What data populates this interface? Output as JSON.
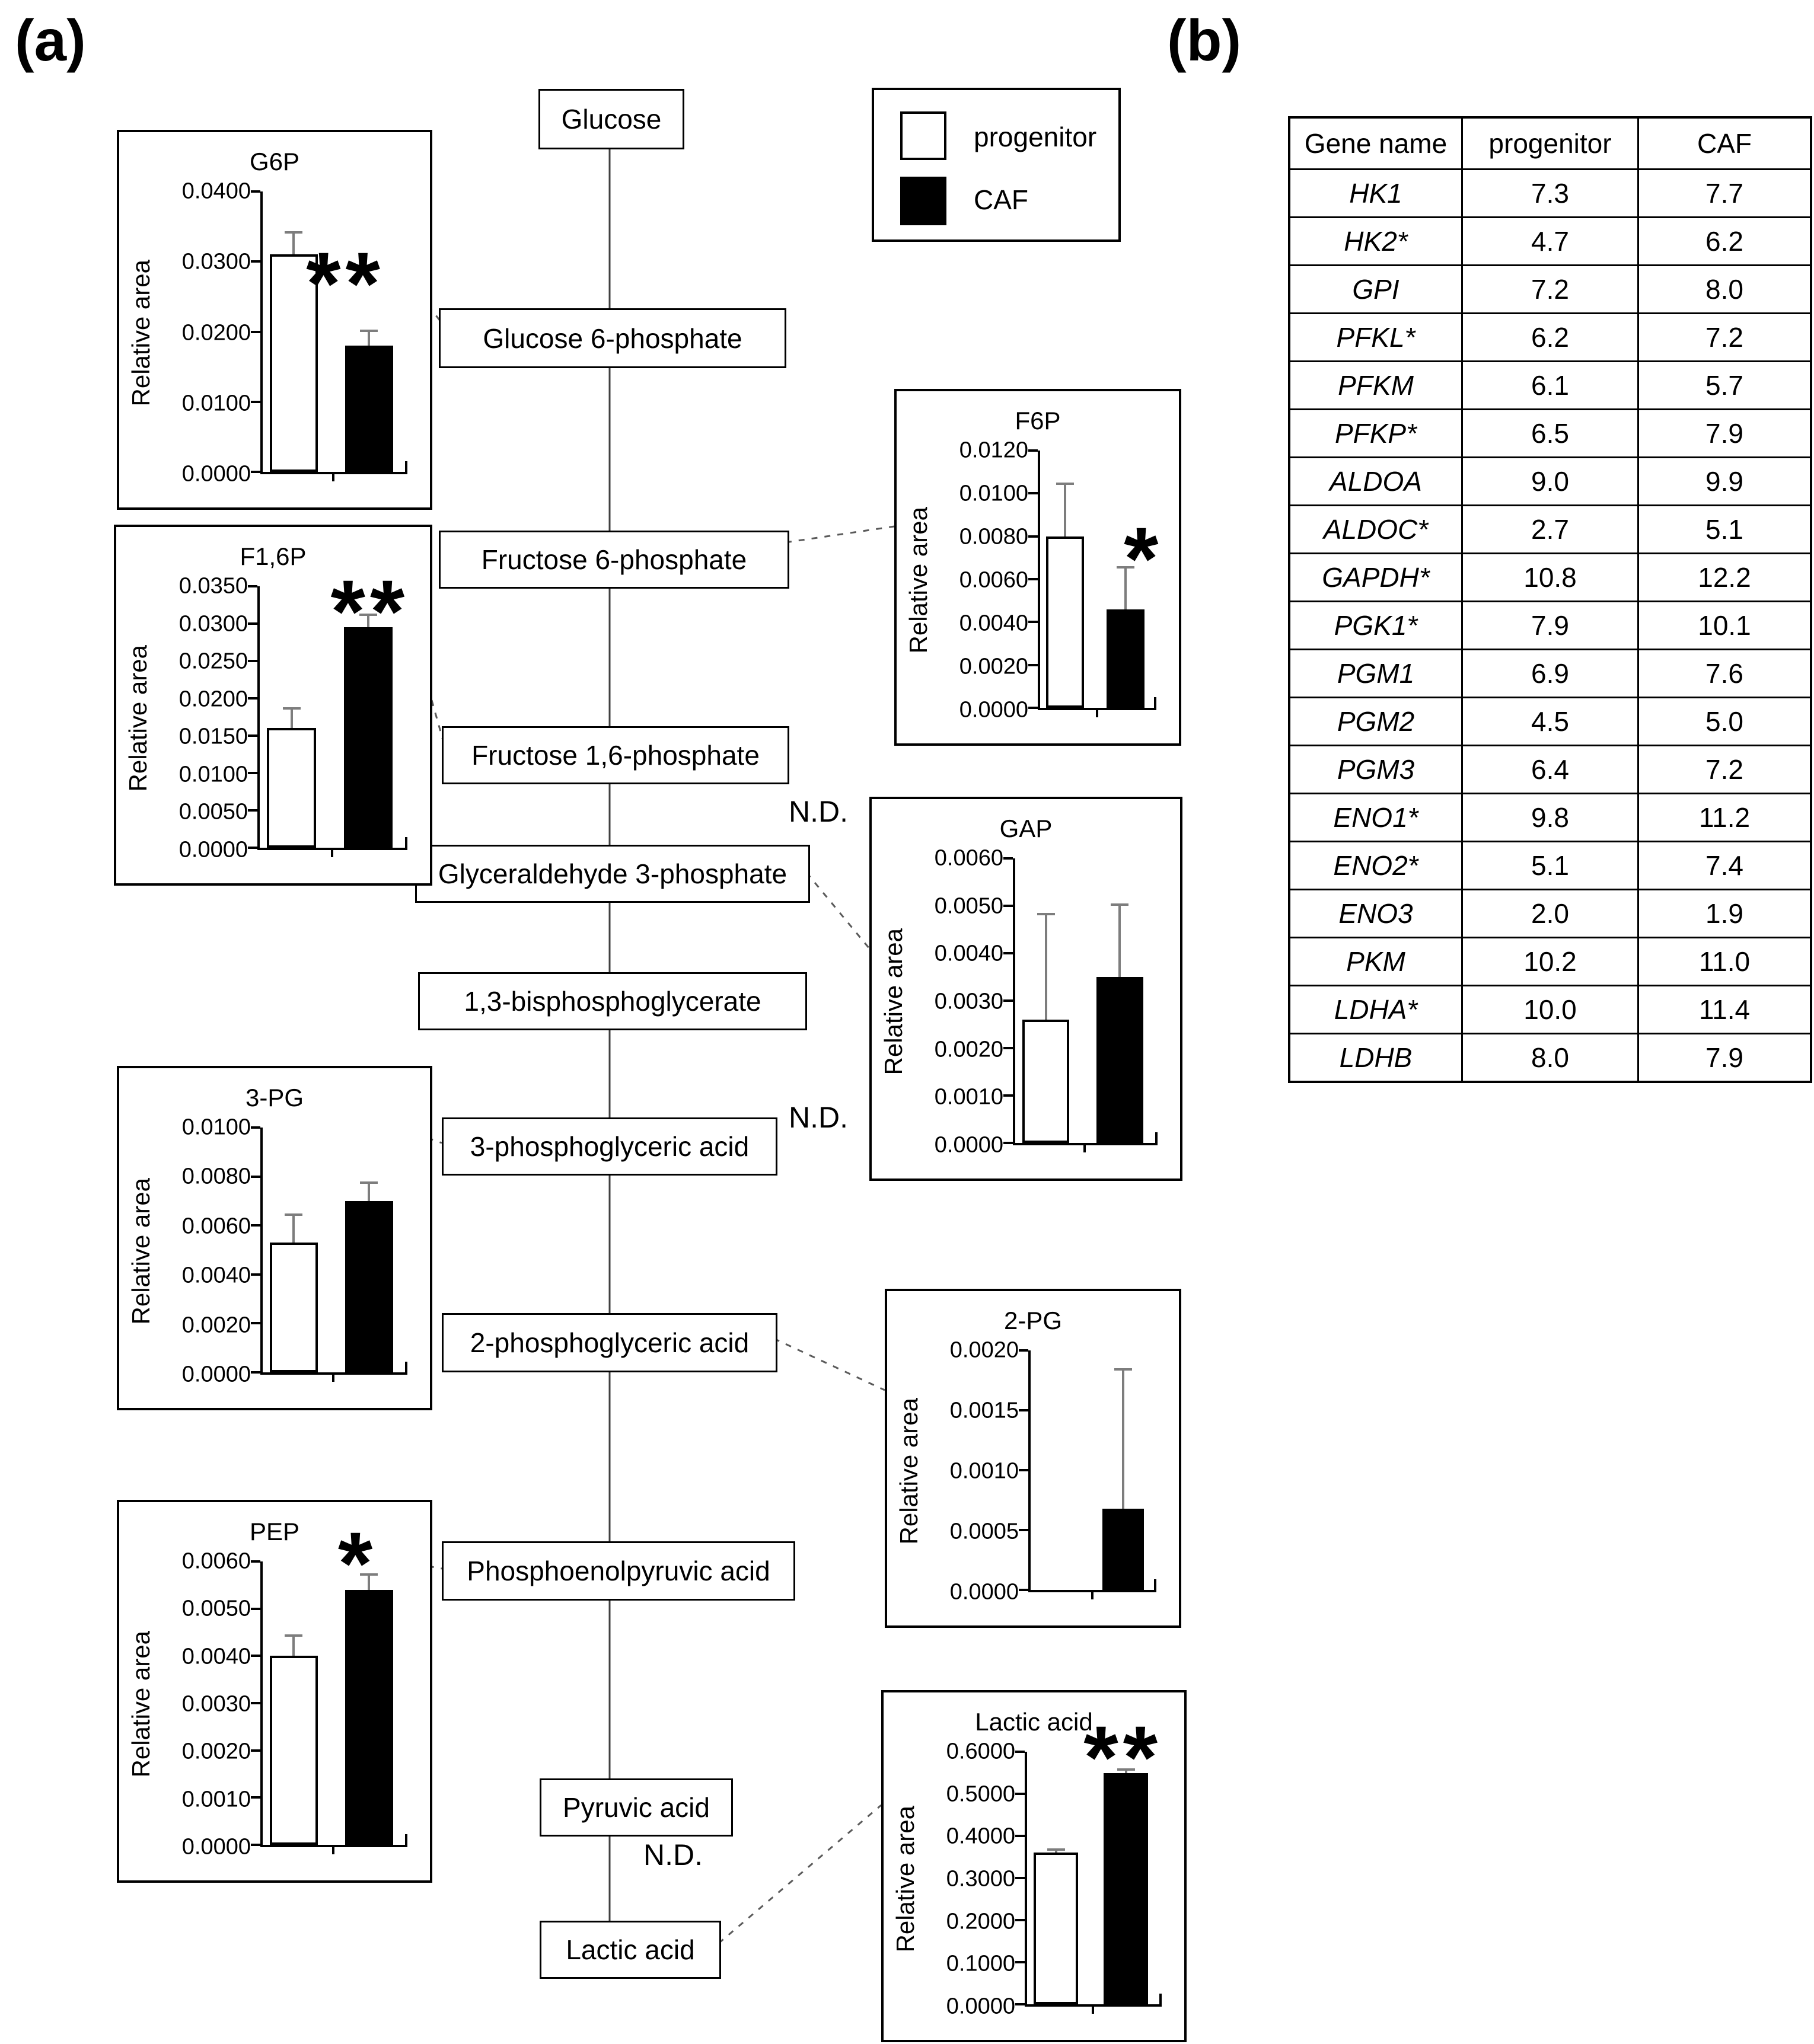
{
  "panel_a_label": "(a)",
  "panel_b_label": "(b)",
  "legend": {
    "items": [
      {
        "label": "progenitor",
        "swatch": "white"
      },
      {
        "label": "CAF",
        "swatch": "black"
      }
    ]
  },
  "colors": {
    "progenitor_fill": "#ffffff",
    "caf_fill": "#000000",
    "error_bar": "#7d7d7d",
    "pathway_line": "#404040"
  },
  "pathway": {
    "nodes": {
      "glucose": "Glucose",
      "g6p": "Glucose 6-phosphate",
      "f6p": "Fructose 6-phosphate",
      "f16p": "Fructose 1,6-phosphate",
      "gap": "Glyceraldehyde 3-phosphate",
      "bpg": "1,3-bisphosphoglycerate",
      "pg3": "3-phosphoglyceric acid",
      "pg2": "2-phosphoglyceric acid",
      "pep": "Phosphoenolpyruvic acid",
      "pyruvate": "Pyruvic acid",
      "lactate": "Lactic acid"
    },
    "nd_labels": [
      "N.D.",
      "N.D.",
      "N.D."
    ]
  },
  "chart_data": [
    {
      "id": "g6p",
      "type": "bar",
      "title": "G6P",
      "ylabel": "Relative area",
      "categories": [
        "progenitor",
        "CAF"
      ],
      "values": [
        0.031,
        0.018
      ],
      "errors": [
        0.003,
        0.002
      ],
      "ylim": [
        0,
        0.04
      ],
      "ytick_labels": [
        "0.0400",
        "0.0300",
        "0.0200",
        "0.0100",
        "0.0000"
      ],
      "significance": "**"
    },
    {
      "id": "f16p",
      "type": "bar",
      "title": "F1,6P",
      "ylabel": "Relative area",
      "categories": [
        "progenitor",
        "CAF"
      ],
      "values": [
        0.016,
        0.0295
      ],
      "errors": [
        0.0025,
        0.0015
      ],
      "ylim": [
        0,
        0.035
      ],
      "ytick_labels": [
        "0.0350",
        "0.0300",
        "0.0250",
        "0.0200",
        "0.0150",
        "0.0100",
        "0.0050",
        "0.0000"
      ],
      "significance": "**"
    },
    {
      "id": "f6p",
      "type": "bar",
      "title": "F6P",
      "ylabel": "Relative area",
      "categories": [
        "progenitor",
        "CAF"
      ],
      "values": [
        0.008,
        0.0046
      ],
      "errors": [
        0.0024,
        0.0019
      ],
      "ylim": [
        0,
        0.012
      ],
      "ytick_labels": [
        "0.0120",
        "0.0100",
        "0.0080",
        "0.0060",
        "0.0040",
        "0.0020",
        "0.0000"
      ],
      "significance": "*"
    },
    {
      "id": "gap",
      "type": "bar",
      "title": "GAP",
      "ylabel": "Relative area",
      "categories": [
        "progenitor",
        "CAF"
      ],
      "values": [
        0.0026,
        0.0035
      ],
      "errors": [
        0.0022,
        0.0015
      ],
      "ylim": [
        0,
        0.006
      ],
      "ytick_labels": [
        "0.0060",
        "0.0050",
        "0.0040",
        "0.0030",
        "0.0020",
        "0.0010",
        "0.0000"
      ],
      "significance": ""
    },
    {
      "id": "pg3",
      "type": "bar",
      "title": "3-PG",
      "ylabel": "Relative area",
      "categories": [
        "progenitor",
        "CAF"
      ],
      "values": [
        0.0053,
        0.007
      ],
      "errors": [
        0.0011,
        0.0007
      ],
      "ylim": [
        0,
        0.01
      ],
      "ytick_labels": [
        "0.0100",
        "0.0080",
        "0.0060",
        "0.0040",
        "0.0020",
        "0.0000"
      ],
      "significance": ""
    },
    {
      "id": "pg2",
      "type": "bar",
      "title": "2-PG",
      "ylabel": "Relative area",
      "categories": [
        "progenitor",
        "CAF"
      ],
      "values": [
        0,
        0.00068
      ],
      "errors": [
        0,
        0.00115
      ],
      "ylim": [
        0,
        0.002
      ],
      "ytick_labels": [
        "0.0020",
        "0.0015",
        "0.0010",
        "0.0005",
        "0.0000"
      ],
      "significance": ""
    },
    {
      "id": "pep",
      "type": "bar",
      "title": "PEP",
      "ylabel": "Relative area",
      "categories": [
        "progenitor",
        "CAF"
      ],
      "values": [
        0.004,
        0.0054
      ],
      "errors": [
        0.0004,
        0.0003
      ],
      "ylim": [
        0,
        0.006
      ],
      "ytick_labels": [
        "0.0060",
        "0.0050",
        "0.0040",
        "0.0030",
        "0.0020",
        "0.0010",
        "0.0000"
      ],
      "significance": "*"
    },
    {
      "id": "lactic",
      "type": "bar",
      "title": "Lactic acid",
      "ylabel": "Relative area",
      "categories": [
        "progenitor",
        "CAF"
      ],
      "values": [
        0.36,
        0.55
      ],
      "errors": [
        0.005,
        0.005
      ],
      "ylim": [
        0,
        0.6
      ],
      "ytick_labels": [
        "0.6000",
        "0.5000",
        "0.4000",
        "0.3000",
        "0.2000",
        "0.1000",
        "0.0000"
      ],
      "significance": "**"
    },
    {
      "id": "gene_expression_table",
      "type": "table",
      "title": "",
      "headers": [
        "Gene name",
        "progenitor",
        "CAF"
      ],
      "rows": [
        [
          "HK1",
          "7.3",
          "7.7"
        ],
        [
          "HK2*",
          "4.7",
          "6.2"
        ],
        [
          "GPI",
          "7.2",
          "8.0"
        ],
        [
          "PFKL*",
          "6.2",
          "7.2"
        ],
        [
          "PFKM",
          "6.1",
          "5.7"
        ],
        [
          "PFKP*",
          "6.5",
          "7.9"
        ],
        [
          "ALDOA",
          "9.0",
          "9.9"
        ],
        [
          "ALDOC*",
          "2.7",
          "5.1"
        ],
        [
          "GAPDH*",
          "10.8",
          "12.2"
        ],
        [
          "PGK1*",
          "7.9",
          "10.1"
        ],
        [
          "PGM1",
          "6.9",
          "7.6"
        ],
        [
          "PGM2",
          "4.5",
          "5.0"
        ],
        [
          "PGM3",
          "6.4",
          "7.2"
        ],
        [
          "ENO1*",
          "9.8",
          "11.2"
        ],
        [
          "ENO2*",
          "5.1",
          "7.4"
        ],
        [
          "ENO3",
          "2.0",
          "1.9"
        ],
        [
          "PKM",
          "10.2",
          "11.0"
        ],
        [
          "LDHA*",
          "10.0",
          "11.4"
        ],
        [
          "LDHB",
          "8.0",
          "7.9"
        ]
      ]
    }
  ],
  "gene_table": {
    "headers": [
      "Gene name",
      "progenitor",
      "CAF"
    ],
    "rows": [
      [
        "HK1",
        "7.3",
        "7.7"
      ],
      [
        "HK2*",
        "4.7",
        "6.2"
      ],
      [
        "GPI",
        "7.2",
        "8.0"
      ],
      [
        "PFKL*",
        "6.2",
        "7.2"
      ],
      [
        "PFKM",
        "6.1",
        "5.7"
      ],
      [
        "PFKP*",
        "6.5",
        "7.9"
      ],
      [
        "ALDOA",
        "9.0",
        "9.9"
      ],
      [
        "ALDOC*",
        "2.7",
        "5.1"
      ],
      [
        "GAPDH*",
        "10.8",
        "12.2"
      ],
      [
        "PGK1*",
        "7.9",
        "10.1"
      ],
      [
        "PGM1",
        "6.9",
        "7.6"
      ],
      [
        "PGM2",
        "4.5",
        "5.0"
      ],
      [
        "PGM3",
        "6.4",
        "7.2"
      ],
      [
        "ENO1*",
        "9.8",
        "11.2"
      ],
      [
        "ENO2*",
        "5.1",
        "7.4"
      ],
      [
        "ENO3",
        "2.0",
        "1.9"
      ],
      [
        "PKM",
        "10.2",
        "11.0"
      ],
      [
        "LDHA*",
        "10.0",
        "11.4"
      ],
      [
        "LDHB",
        "8.0",
        "7.9"
      ]
    ]
  }
}
